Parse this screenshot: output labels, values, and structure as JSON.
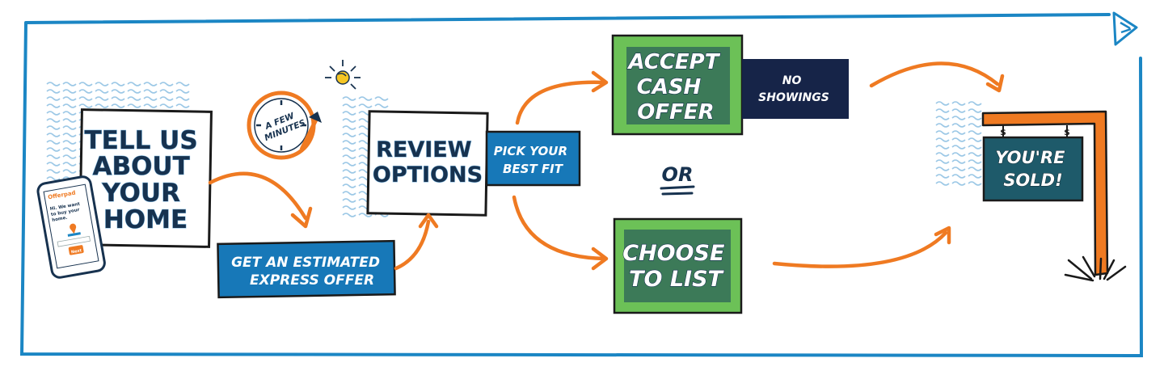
{
  "colors": {
    "frame": "#1b86c4",
    "arrow": "#ef7a22",
    "blue_box": "#1778b8",
    "navy_box": "#162448",
    "green_outer": "#6cc157",
    "green_inner": "#3c7a58",
    "sign_teal": "#1e5a6a",
    "sign_post": "#ef7a22",
    "wave": "#9cc8e6"
  },
  "icons": [
    "phone-icon",
    "clock-icon",
    "sun-icon",
    "grass-icon",
    "end-arrow-icon",
    "map-pin-icon"
  ],
  "steps": {
    "tell_us": [
      "TELL US",
      "ABOUT",
      "YOUR",
      "HOME"
    ],
    "estimate": [
      "GET AN ESTIMATED",
      "EXPRESS OFFER"
    ],
    "clock": [
      "A FEW",
      "MINUTES"
    ],
    "review": [
      "REVIEW",
      "OPTIONS"
    ],
    "pick": [
      "PICK YOUR",
      "BEST FIT"
    ],
    "accept": [
      "ACCEPT",
      "CASH",
      "OFFER"
    ],
    "no_showings": [
      "NO",
      "SHOWINGS"
    ],
    "or": "OR",
    "choose": [
      "CHOOSE",
      "TO LIST"
    ],
    "sold": [
      "YOU'RE",
      "SOLD!"
    ],
    "sign_dollar": "$"
  },
  "phone": {
    "brand": "Offerpad",
    "headline": [
      "Hi. We want",
      "to buy your",
      "home."
    ],
    "button": "Next"
  }
}
